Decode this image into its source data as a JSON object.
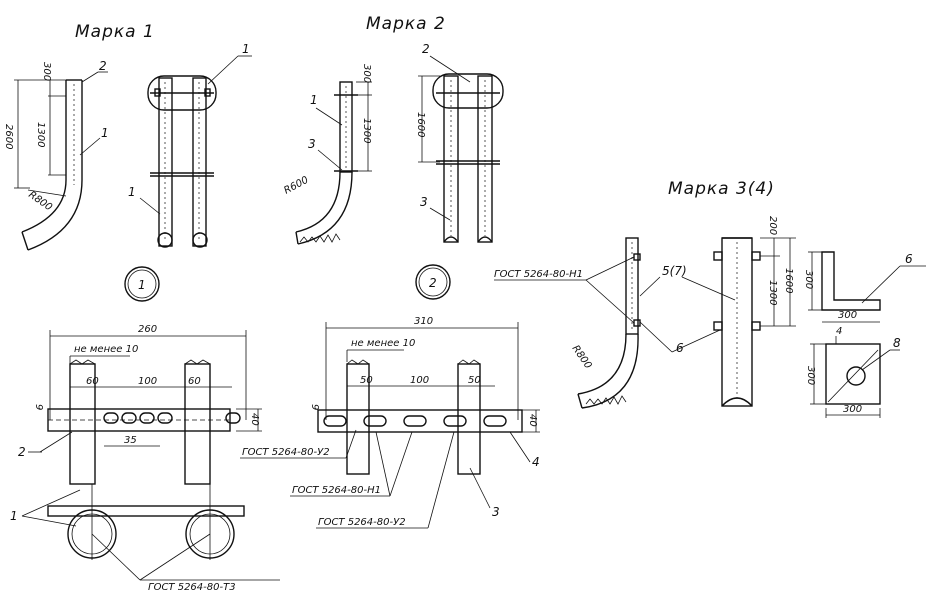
{
  "marks": {
    "mark1_title": "Марка 1",
    "mark2_title": "Марка 2",
    "mark3_title": "Марка 3(4)"
  },
  "sections": {
    "section1_label": "1",
    "section2_label": "2"
  },
  "dims": {
    "d300": "300",
    "d1300": "1300",
    "d2600": "2600",
    "d1600": "1600",
    "d200": "200",
    "r800": "R800",
    "r600": "R600",
    "d260": "260",
    "d310": "310",
    "not_less_10": "не менее 10",
    "d60": "60",
    "d100": "100",
    "d50": "50",
    "d35": "35",
    "d9": "9",
    "d40": "40",
    "d4": "4"
  },
  "positions": {
    "p1": "1",
    "p2": "2",
    "p3": "3",
    "p4": "4",
    "p5_7": "5(7)",
    "p6": "6",
    "p8": "8"
  },
  "gost": {
    "t3": "ГОСТ 5264-80-Т3",
    "u2": "ГОСТ 5264-80-У2",
    "n1": "ГОСТ 5264-80-Н1"
  }
}
